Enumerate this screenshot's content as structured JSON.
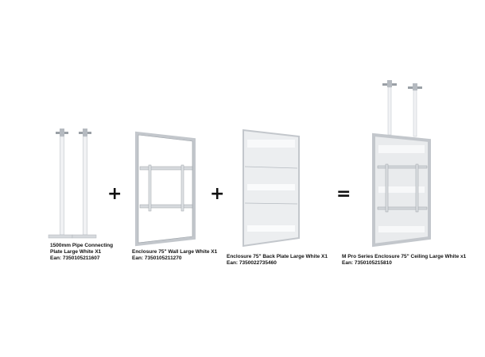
{
  "products": [
    {
      "id": "pipe",
      "name_line1": "1500mm Pipe Connecting",
      "name_line2": "Plate Large White X1",
      "ean": "Ean: 7350105211607"
    },
    {
      "id": "wall",
      "name_line1": "Enclosure 75\" Wall Large White X1",
      "ean": "Ean: 7350105211270"
    },
    {
      "id": "backplate",
      "name_line1": "Enclosure 75\" Back Plate Large White X1",
      "ean": "Ean: 7350022735460"
    },
    {
      "id": "ceiling",
      "name_line1": "M Pro Series Enclosure 75\" Ceiling Large White x1",
      "ean": "Ean: 7350105215810"
    }
  ],
  "operators": {
    "plus1": "+",
    "plus2": "+",
    "equals": "="
  },
  "colors": {
    "frame": "#cfd2d6",
    "frame_dark": "#9aa0a6",
    "panel": "#eef0f2",
    "text": "#111111"
  }
}
